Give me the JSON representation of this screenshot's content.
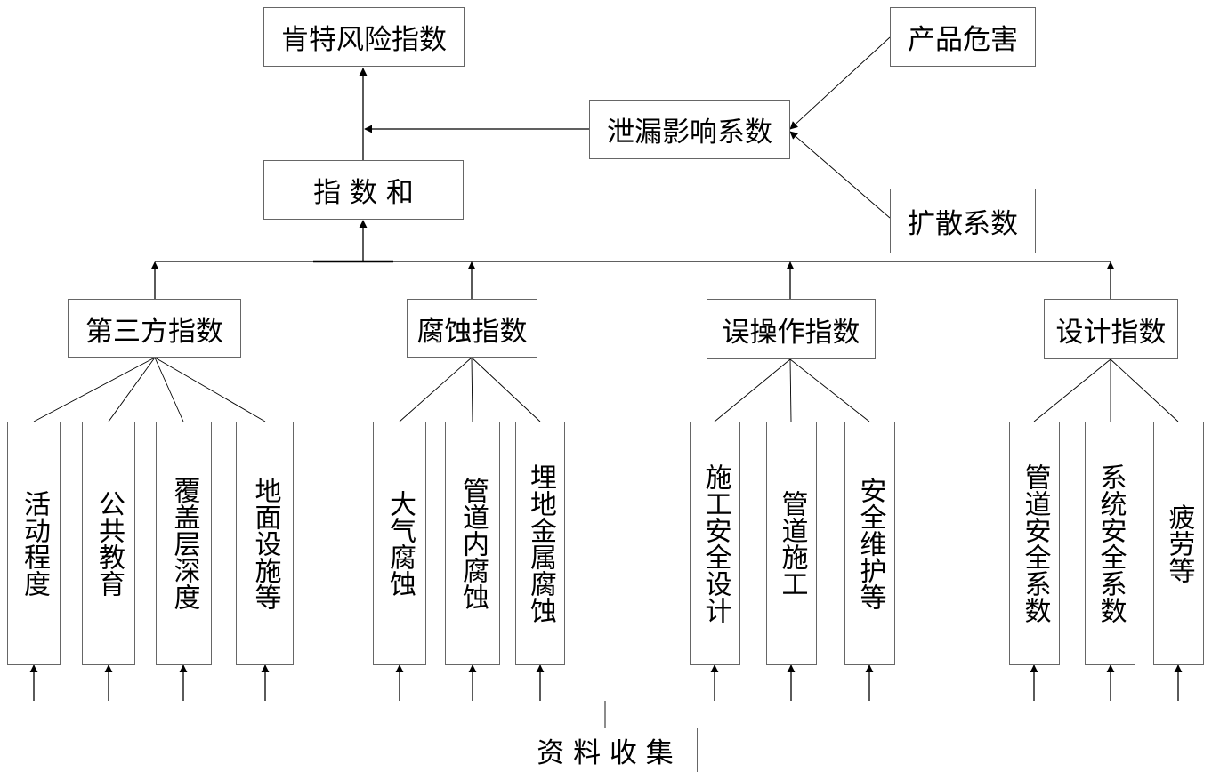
{
  "top": {
    "risk_index": "肯特风险指数",
    "index_sum": "指 数 和",
    "leak_factor": "泄漏影响系数",
    "product_hazard": "产品危害",
    "diffusion_factor": "扩散系数"
  },
  "categories": [
    {
      "label": "第三方指数",
      "items": [
        "活动程度",
        "公共教育",
        "覆盖层深度",
        "地面设施等"
      ]
    },
    {
      "label": "腐蚀指数",
      "items": [
        "大气腐蚀",
        "管道内腐蚀",
        "埋地金属腐蚀"
      ]
    },
    {
      "label": "误操作指数",
      "items": [
        "施工安全设计",
        "管道施工",
        "安全维护等"
      ]
    },
    {
      "label": "设计指数",
      "items": [
        "管道安全系数",
        "系统安全系数",
        "疲劳等"
      ]
    }
  ],
  "bottom": {
    "data_collection": "资 料 收 集"
  }
}
